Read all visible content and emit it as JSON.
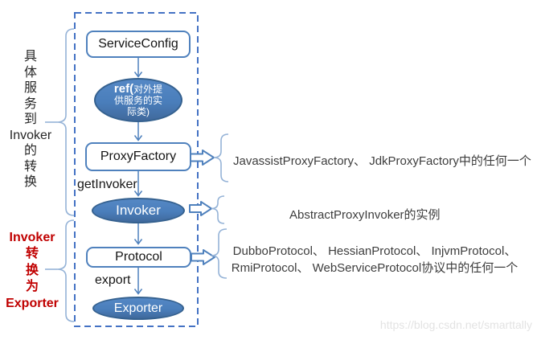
{
  "diagram": {
    "nodes": {
      "service_config": "ServiceConfig",
      "ref_prefix": "ref(",
      "ref_line1_rest": "对外提",
      "ref_line2": "供服务的实",
      "ref_line3": "际类)",
      "proxy_factory": "ProxyFactory",
      "invoker": "Invoker",
      "protocol": "Protocol",
      "exporter": "Exporter"
    },
    "edge_labels": {
      "get_invoker": "getInvoker",
      "export": "export"
    },
    "left_labels": {
      "black_lines": [
        "具",
        "体",
        "服",
        "务",
        "到",
        "Invoker",
        "的",
        "转",
        "换"
      ],
      "red_lines": [
        "Invoker",
        "转",
        "换",
        "为",
        "Exporter"
      ]
    },
    "annotations": {
      "proxy_factory_impls": "JavassistProxyFactory、 JdkProxyFactory中的任何一个",
      "invoker_impl": "AbstractProxyInvoker的实例",
      "protocol_impls_line1": "DubboProtocol、 HessianProtocol、 InjvmProtocol、",
      "protocol_impls_line2": "RmiProtocol、 WebServiceProtocol协议中的任何一个"
    },
    "watermark": "https://blog.csdn.net/smarttally",
    "colors": {
      "node_fill": "#4A7EBB",
      "node_border": "#35618F",
      "box_border": "#4F81BD",
      "dashed_border": "#4472C4",
      "brace": "#95B3D7",
      "arrow": "#4F81BD",
      "red_label": "#C00000"
    }
  }
}
